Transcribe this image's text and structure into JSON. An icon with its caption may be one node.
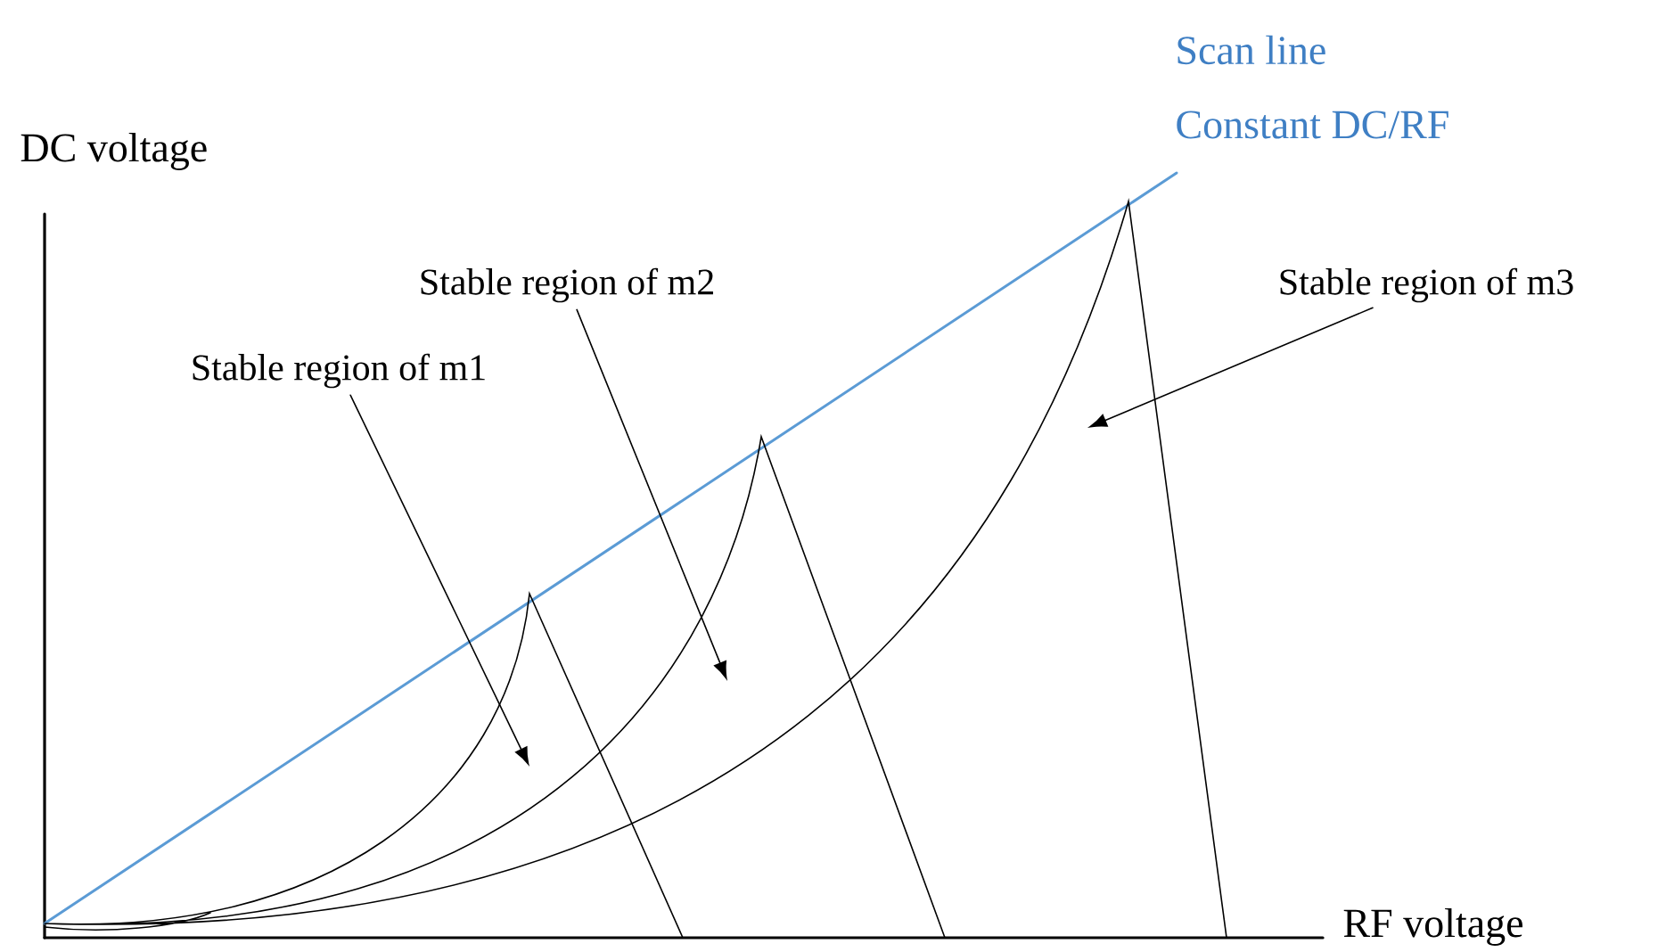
{
  "diagram": {
    "nodes": [
      {
        "text": [
          "Stable region of m1"
        ]
      },
      {
        "text": [
          "Stable region of m2"
        ]
      },
      {
        "text": [
          "Stable region of m3"
        ]
      }
    ],
    "edges": [
      {
        "from": 0,
        "to": null,
        "arrow": "to"
      },
      {
        "from": 1,
        "to": null,
        "arrow": "to"
      },
      {
        "from": 2,
        "to": null,
        "arrow": "to"
      }
    ],
    "labels": [
      "Scan line",
      "Constant DC/RF",
      "DC voltage",
      "RF voltage"
    ]
  }
}
